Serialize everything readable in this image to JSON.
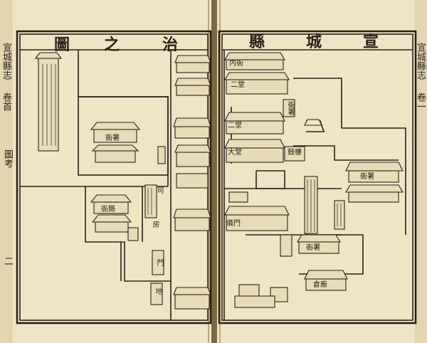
{
  "map_title_left": [
    "圖",
    "之",
    "治"
  ],
  "map_title_right": [
    "縣",
    "城",
    "宣"
  ],
  "margin_left": [
    "宣城縣志",
    "卷首",
    "圖考",
    "二"
  ],
  "margin_right": [
    "宣城縣志",
    "卷一"
  ],
  "buildings_left": {
    "yamen": "衙署",
    "official": "衙縣",
    "office_a": "司",
    "office_b": "房",
    "gate_a": "門",
    "gate_b": "地"
  },
  "buildings_right": {
    "inner": "内衙",
    "hall_2": "二堂",
    "hall_2b": "二堂",
    "main_hall": "大堂",
    "drum": "鼓樓",
    "ceremony_gate": "儀門",
    "yamen_r": "衙署",
    "tax": "衙署",
    "granary": "倉廒",
    "east_office": "衙署"
  },
  "colors": {
    "paper": "#efe4c4",
    "ink": "#2a2216",
    "gutter": "#6b5a3a"
  }
}
